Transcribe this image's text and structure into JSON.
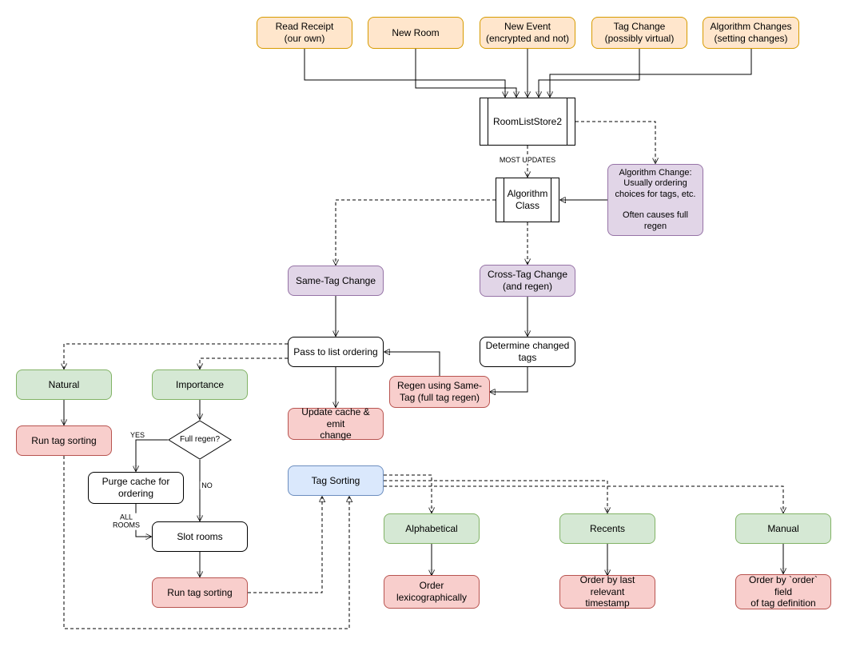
{
  "diagram": {
    "nodes": {
      "read_receipt": {
        "label": "Read Receipt\n(our own)"
      },
      "new_room": {
        "label": "New Room"
      },
      "new_event": {
        "label": "New Event\n(encrypted and not)"
      },
      "tag_change": {
        "label": "Tag Change\n(possibly virtual)"
      },
      "algorithm_changes": {
        "label": "Algorithm Changes\n(setting changes)"
      },
      "room_list_store": {
        "label": "RoomListStore2"
      },
      "algorithm_class": {
        "label": "Algorithm\nClass"
      },
      "algorithm_change_note": {
        "label": "Algorithm Change:\nUsually ordering\nchoices for tags, etc.\n\nOften causes full\nregen"
      },
      "same_tag_change": {
        "label": "Same-Tag Change"
      },
      "cross_tag_change": {
        "label": "Cross-Tag Change\n(and regen)"
      },
      "pass_to_list_ordering": {
        "label": "Pass to list ordering"
      },
      "determine_changed_tags": {
        "label": "Determine changed\ntags"
      },
      "regen_same_tag": {
        "label": "Regen using Same-\nTag (full tag regen)"
      },
      "update_cache": {
        "label": "Update cache & emit\nchange"
      },
      "natural": {
        "label": "Natural"
      },
      "importance": {
        "label": "Importance"
      },
      "run_tag_sorting_left": {
        "label": "Run tag sorting"
      },
      "full_regen": {
        "label": "Full regen?"
      },
      "purge_cache": {
        "label": "Purge cache for\nordering"
      },
      "slot_rooms": {
        "label": "Slot rooms"
      },
      "run_tag_sorting_bottom": {
        "label": "Run tag sorting"
      },
      "tag_sorting": {
        "label": "Tag Sorting"
      },
      "alphabetical": {
        "label": "Alphabetical"
      },
      "recents": {
        "label": "Recents"
      },
      "manual": {
        "label": "Manual"
      },
      "order_lexicographically": {
        "label": "Order\nlexicographically"
      },
      "order_by_timestamp": {
        "label": "Order by last relevant\ntimestamp"
      },
      "order_by_order_field": {
        "label": "Order by `order` field\nof tag definition"
      }
    },
    "edge_labels": {
      "most_updates": "MOST UPDATES",
      "yes": "YES",
      "no": "NO",
      "all_rooms": "ALL\nROOMS"
    },
    "colors": {
      "orange_fill": "#ffe6cc",
      "orange_stroke": "#d79b00",
      "purple_fill": "#e1d5e7",
      "purple_stroke": "#9673a6",
      "green_fill": "#d5e8d4",
      "green_stroke": "#82b366",
      "red_fill": "#f8cecc",
      "red_stroke": "#b85450",
      "blue_fill": "#dae8fc",
      "blue_stroke": "#6c8ebf",
      "process_fill": "#ffffff",
      "line_color": "#000000"
    }
  }
}
